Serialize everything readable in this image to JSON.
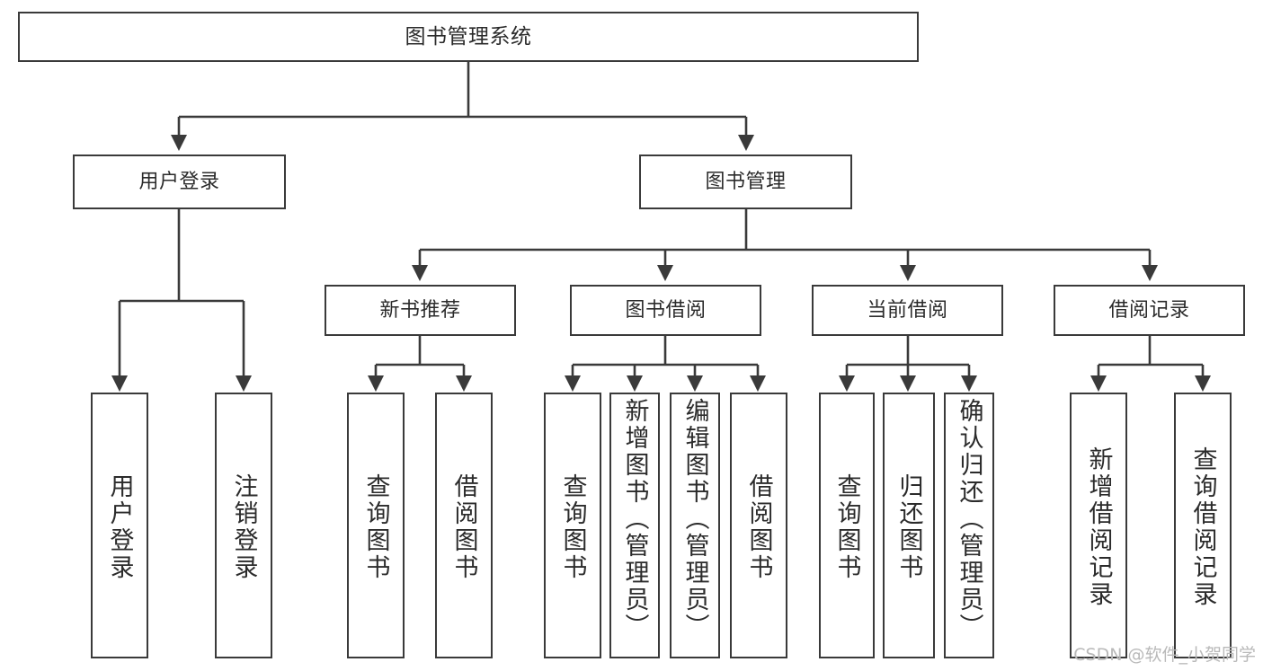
{
  "diagram": {
    "type": "tree",
    "title": "图书管理系统",
    "watermark": "CSDN @软件_小贺同学",
    "colors": {
      "box_border": "#3a3a3a",
      "box_fill": "#ffffff",
      "edge": "#3a3a3a",
      "text": "#2b2b2b",
      "watermark": "#b9b9b9",
      "background": "#ffffff"
    },
    "nodes": {
      "root": "图书管理系统",
      "level1": [
        {
          "label": "用户登录"
        },
        {
          "label": "图书管理"
        }
      ],
      "level2": [
        {
          "label": "新书推荐"
        },
        {
          "label": "图书借阅"
        },
        {
          "label": "当前借阅"
        },
        {
          "label": "借阅记录"
        }
      ],
      "leaves": {
        "user_login": [
          {
            "label": "用户登录"
          },
          {
            "label": "注销登录"
          }
        ],
        "new_book": [
          {
            "label": "查询图书"
          },
          {
            "label": "借阅图书"
          }
        ],
        "book_borrow": [
          {
            "label": "查询图书"
          },
          {
            "label": "新增图书（管理员）"
          },
          {
            "label": "编辑图书（管理员）"
          },
          {
            "label": "借阅图书"
          }
        ],
        "current_borrow": [
          {
            "label": "查询图书"
          },
          {
            "label": "归还图书"
          },
          {
            "label": "确认归还（管理员）"
          }
        ],
        "borrow_record": [
          {
            "label": "新增借阅记录"
          },
          {
            "label": "查询借阅记录"
          }
        ]
      }
    }
  }
}
